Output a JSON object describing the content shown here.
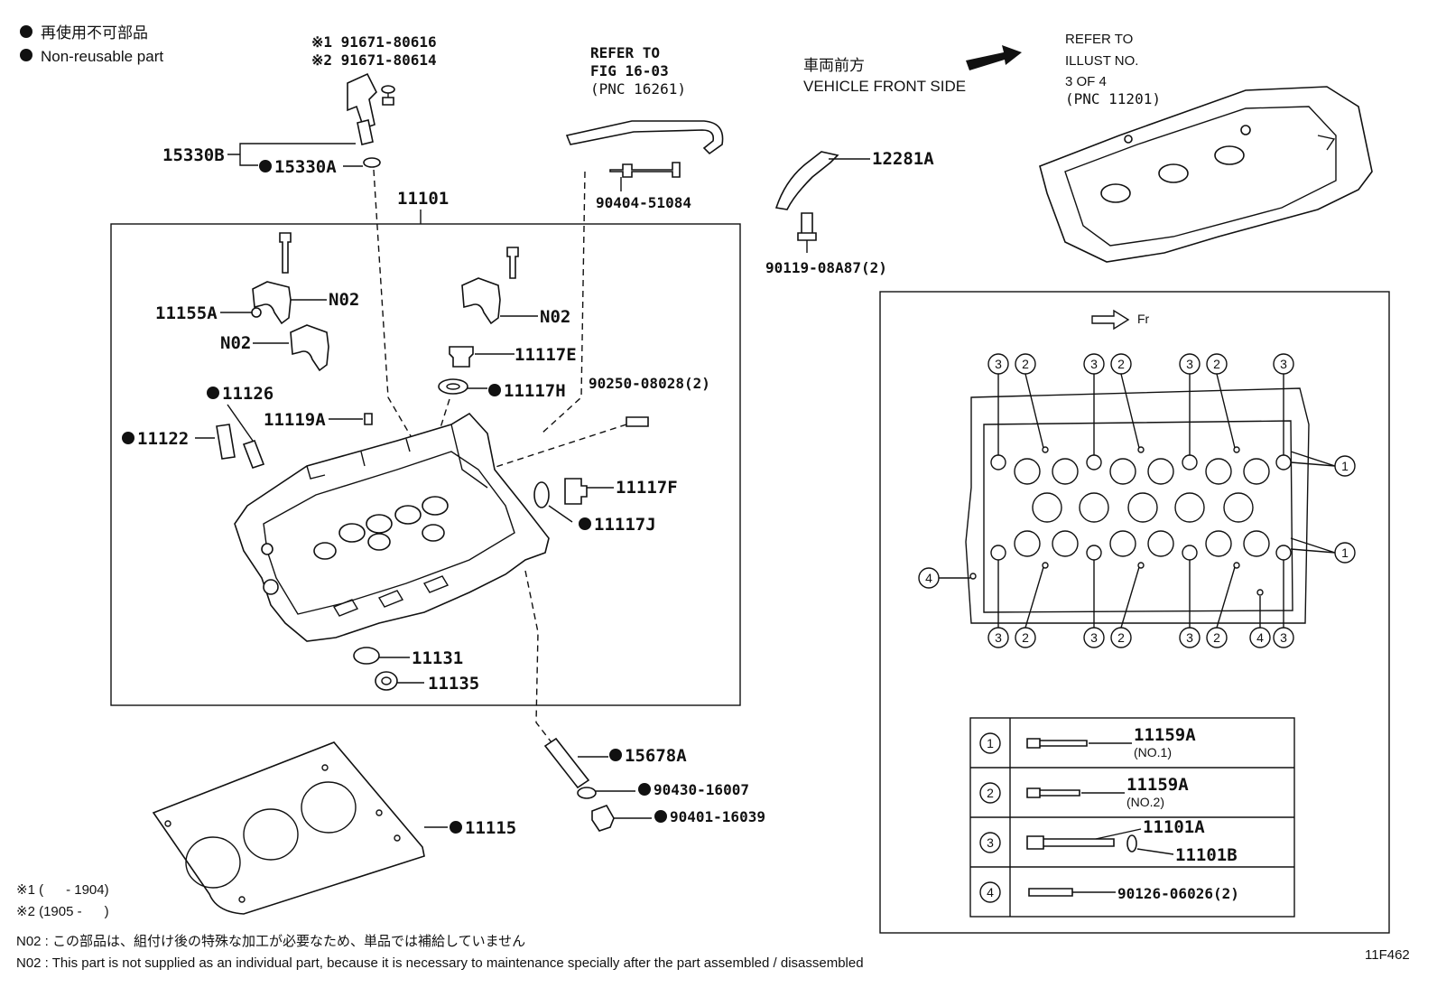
{
  "legend": {
    "jp": "再使用不可部品",
    "en": "Non-reusable part"
  },
  "sensor_variants": {
    "v1": "※1 91671-80616",
    "v2": "※2 91671-80614"
  },
  "refs": {
    "fig_refer": "REFER TO",
    "fig_no": "FIG 16-03",
    "fig_pnc": "(PNC 16261)",
    "illust_refer": "REFER TO",
    "illust_no": "ILLUST NO.",
    "illust_page": "3 OF 4",
    "illust_pnc": "(PNC 11201)"
  },
  "vehicle_front": {
    "jp": "車両前方",
    "en": "VEHICLE FRONT SIDE"
  },
  "parts": {
    "p15330B": "15330B",
    "p15330A": "15330A",
    "p11101": "11101",
    "p90404": "90404-51084",
    "p12281A": "12281A",
    "p90119": "90119-08A87(2)",
    "p11155A": "11155A",
    "pN02a": "N02",
    "pN02b": "N02",
    "pN02c": "N02",
    "p11117E": "11117E",
    "p11117H": "11117H",
    "p90250": "90250-08028(2)",
    "p11126": "11126",
    "p11122": "11122",
    "p11119A": "11119A",
    "p11117F": "11117F",
    "p11117J": "11117J",
    "p11131": "11131",
    "p11135": "11135",
    "p15678A": "15678A",
    "p90430": "90430-16007",
    "p90401": "90401-16039",
    "p11115": "11115"
  },
  "head_view": {
    "front_label": "Fr",
    "top_numbers": [
      "3",
      "2",
      "3",
      "2",
      "3",
      "2",
      "3"
    ],
    "bottom_numbers": [
      "3",
      "2",
      "3",
      "2",
      "3",
      "2",
      "4",
      "3"
    ],
    "right_numbers": [
      "1",
      "1"
    ],
    "left_number": "4"
  },
  "bolt_table": [
    {
      "idx": "1",
      "part": "11159A",
      "sub": "(NO.1)"
    },
    {
      "idx": "2",
      "part": "11159A",
      "sub": "(NO.2)"
    },
    {
      "idx": "3",
      "part": "11101A",
      "part2": "11101B"
    },
    {
      "idx": "4",
      "part": "90126-06026(2)"
    }
  ],
  "footnotes": {
    "range1": "※1 (      - 1904)",
    "range2": "※2 (1905 -      )",
    "n02_jp": "N02 : この部品は、組付け後の特殊な加工が必要なため、単品では補給していません",
    "n02_en": "N02 : This part is not supplied as an individual part, because it is necessary to maintenance specially after the part assembled / disassembled"
  },
  "fig_id": "11F462"
}
